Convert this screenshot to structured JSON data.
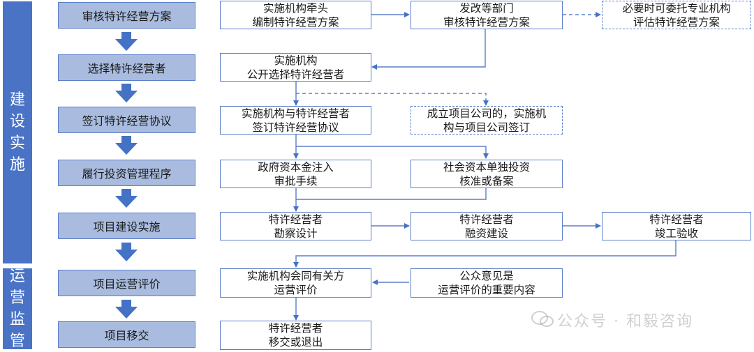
{
  "phases": {
    "construction": "建设实施",
    "operation": "运营监管"
  },
  "steps": [
    "审核特许经营方案",
    "选择特许经营者",
    "签订特许经营协议",
    "履行投资管理程序",
    "项目建设实施",
    "项目运营评价",
    "项目移交"
  ],
  "boxes": {
    "r1_a": "实施机构牵头\n编制特许经营方案",
    "r1_b": "发改等部门\n审核特许经营方案",
    "r1_c": "必要时可委托专业机构\n评估特许经营方案",
    "r2_a": "实施机构\n公开选择特许经营者",
    "r3_a": "实施机构与特许经营者\n签订特许经营协议",
    "r3_b": "成立项目公司的，实施机\n构与项目公司签订",
    "r4_a": "政府资本金注入\n审批手续",
    "r4_b": "社会资本单独投资\n核准或备案",
    "r5_a": "特许经营者\n勘察设计",
    "r5_b": "特许经营者\n融资建设",
    "r5_c": "特许经营者\n竣工验收",
    "r6_a": "实施机构会同有关方\n运营评价",
    "r6_b": "公众意见是\n运营评价的重要内容",
    "r7_a": "特许经营者\n移交或退出"
  },
  "watermark": "公众号 · 和毅咨询",
  "colors": {
    "phase_fill": "#4a73c6",
    "step_fill": "#a9bcdf",
    "border": "#5b7ec8",
    "arrow": "#4472c4"
  }
}
